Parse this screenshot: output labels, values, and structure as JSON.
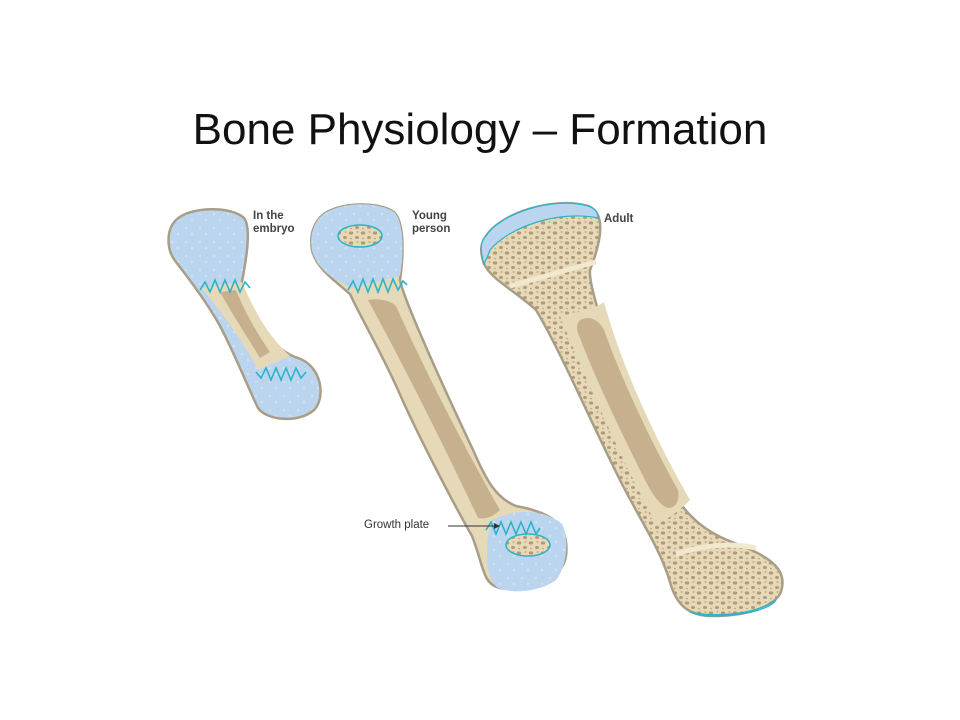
{
  "slide": {
    "title": "Bone Physiology – Formation"
  },
  "figure": {
    "labels": {
      "embryo_line1": "In the",
      "embryo_line2": "embryo",
      "young_line1": "Young",
      "young_line2": "person",
      "adult": "Adult",
      "growth_plate": "Growth plate"
    },
    "colors": {
      "cartilage": "#bcd5ee",
      "cartilage_outline": "#2bb3c8",
      "bone": "#e6d9b8",
      "bone_outline": "#a89e88",
      "marrow": "#c7b08e",
      "spongy_holes": "#a88f6c"
    }
  }
}
